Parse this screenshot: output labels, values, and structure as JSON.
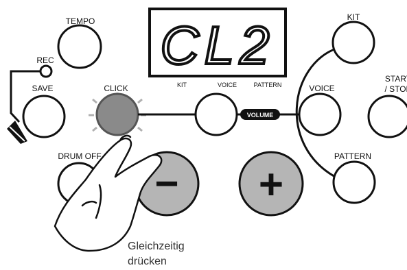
{
  "display": {
    "text": "CL2"
  },
  "sublabels": {
    "kit": "KIT",
    "voice": "VOICE",
    "pattern": "PATTERN"
  },
  "buttons": {
    "tempo": "TEMPO",
    "rec": "REC",
    "save": "SAVE",
    "click": "CLICK",
    "voice_left": "",
    "drum_off": "DRUM OFF",
    "kit": "KIT",
    "voice_right": "VOICE",
    "start_stop_line1": "START",
    "start_stop_line2": "/ STOP",
    "pattern": "PATTERN",
    "minus": "−",
    "plus": "+"
  },
  "volume_label": "VOLUME",
  "instruction": {
    "line1": "Gleichzeitig",
    "line2": "drücken"
  },
  "colors": {
    "ink": "#111111",
    "click_glow": "#8a8a8a",
    "click_ring": "#b0b0b0",
    "big_button": "#b5b5b5",
    "display_bg": "#ffffff"
  },
  "icons": {
    "pedal": "pedal-icon",
    "hand": "hand-icon"
  }
}
